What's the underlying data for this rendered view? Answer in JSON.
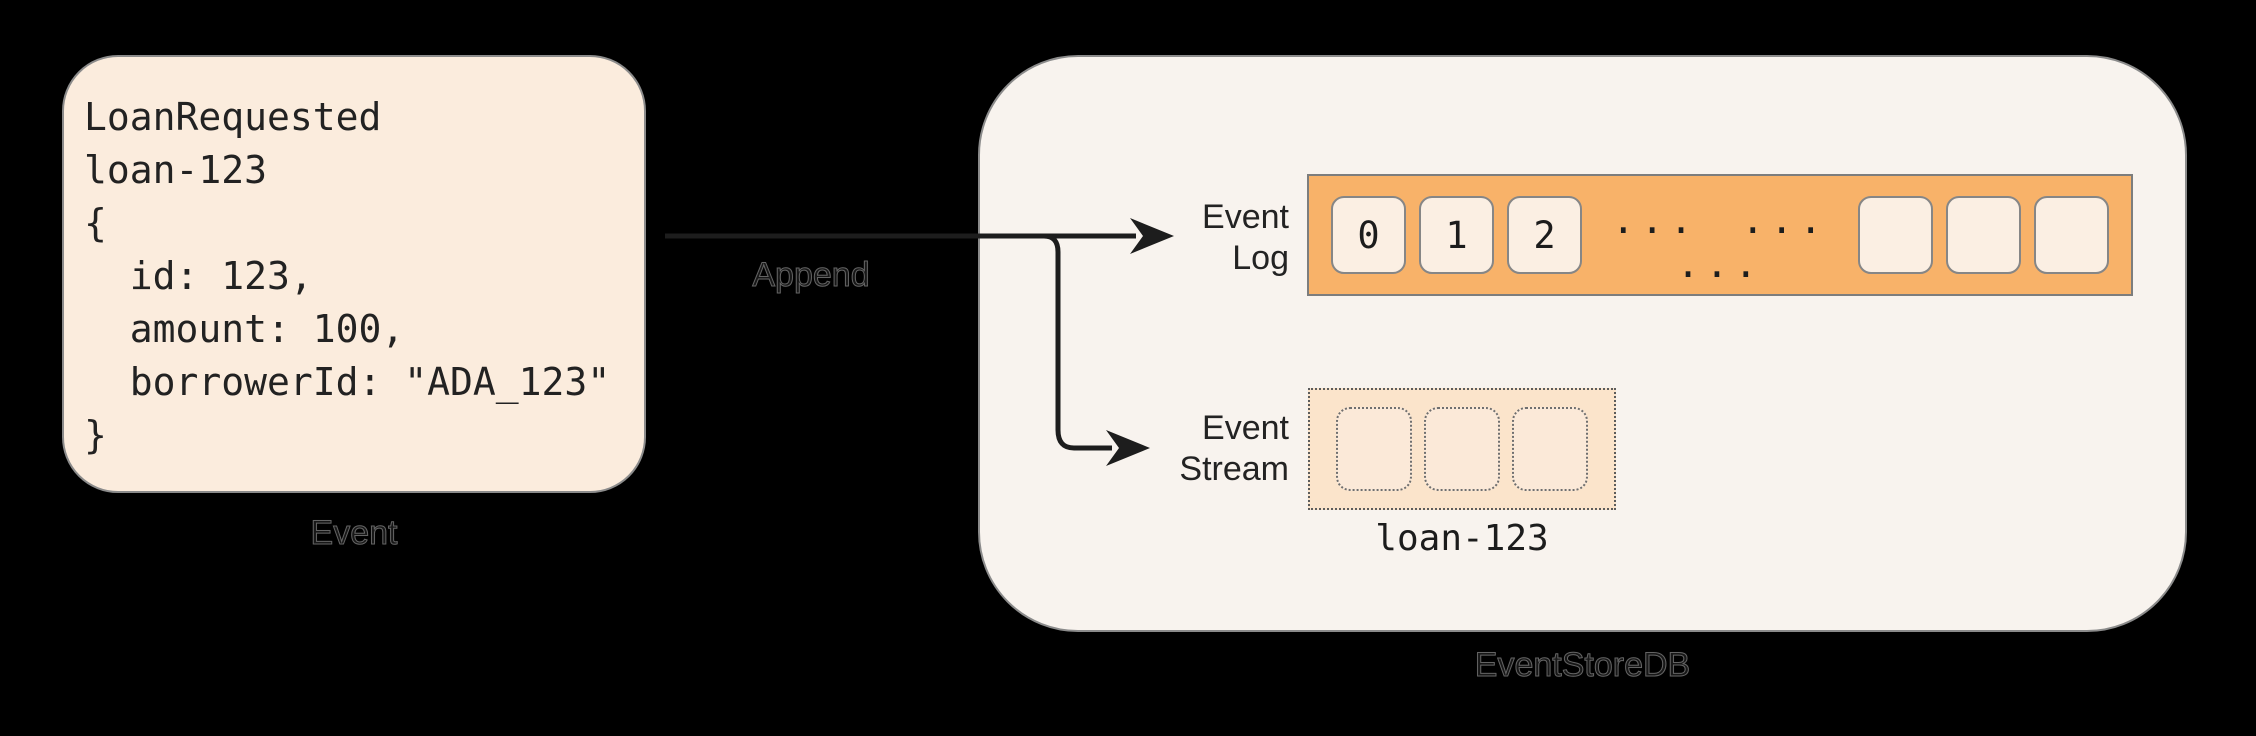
{
  "event_card": {
    "label": "Event",
    "code_lines": [
      "LoanRequested",
      "loan-123",
      "{",
      "  id: 123,",
      "  amount: 100,",
      "  borrowerId: \"ADA_123\"",
      "}"
    ]
  },
  "append": {
    "label": "Append"
  },
  "eventstore": {
    "label": "EventStoreDB",
    "event_log": {
      "label_top": "Event",
      "label_bottom": "Log",
      "cells": [
        "0",
        "1",
        "2"
      ],
      "dots": "... ... ...",
      "empty_cell_count": 3
    },
    "event_stream": {
      "label_top": "Event",
      "label_bottom": "Stream",
      "stream_name": "loan-123",
      "empty_cell_count": 3
    }
  },
  "colors": {
    "background": "#000000",
    "card_fill": "#fbecdd",
    "db_fill": "#f8f3ee",
    "log_fill": "#f8b269",
    "log_cell_fill": "#fbefe3",
    "stream_fill": "#fbe4cb",
    "stream_cell_fill": "#fbe9d8",
    "border_gray": "#8b8b8b",
    "arrow": "#1d1d1d",
    "text_dark": "#1c1c1c"
  }
}
